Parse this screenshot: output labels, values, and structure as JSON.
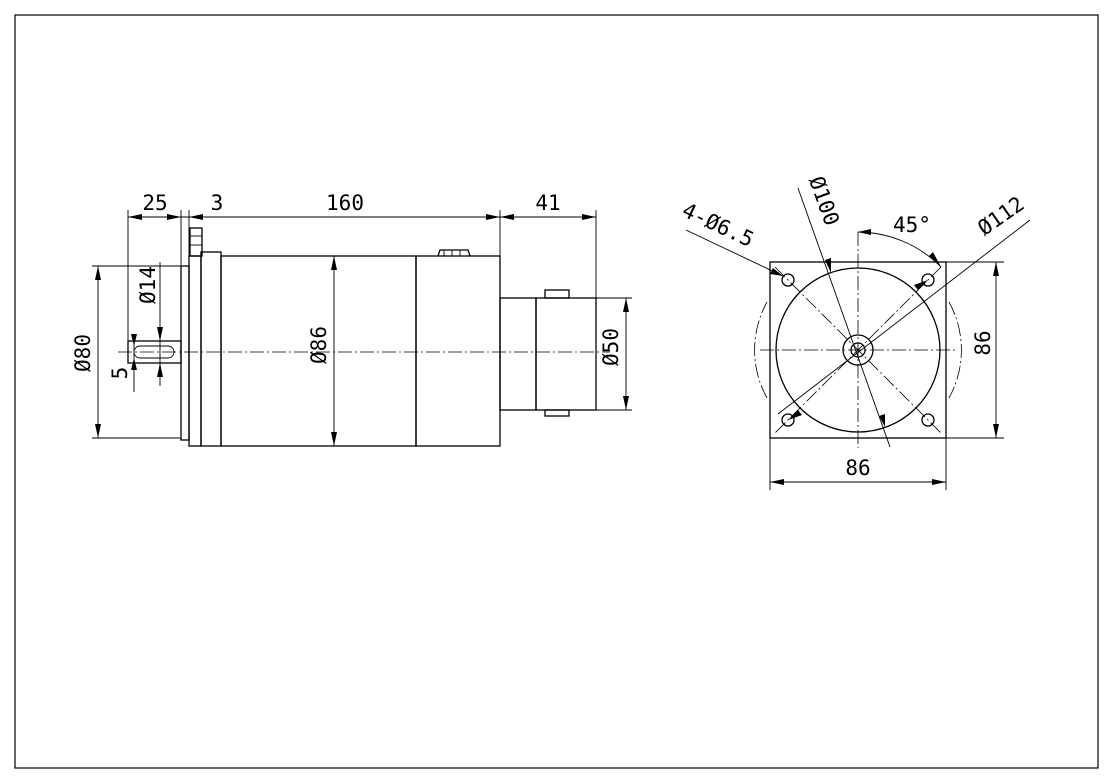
{
  "side_view": {
    "length_flange": "25",
    "length_spacer": "3",
    "length_body": "160",
    "length_tail": "41",
    "dia_flange_pilot": "Ø80",
    "dia_shaft": "Ø14",
    "key_width": "5",
    "dia_body": "Ø86",
    "dia_tail": "Ø50"
  },
  "front_view": {
    "holes": "4-Ø6.5",
    "dia_inner_circle": "Ø100",
    "angle": "45°",
    "dia_bolt_circle": "Ø112",
    "width": "86",
    "height": "86"
  }
}
